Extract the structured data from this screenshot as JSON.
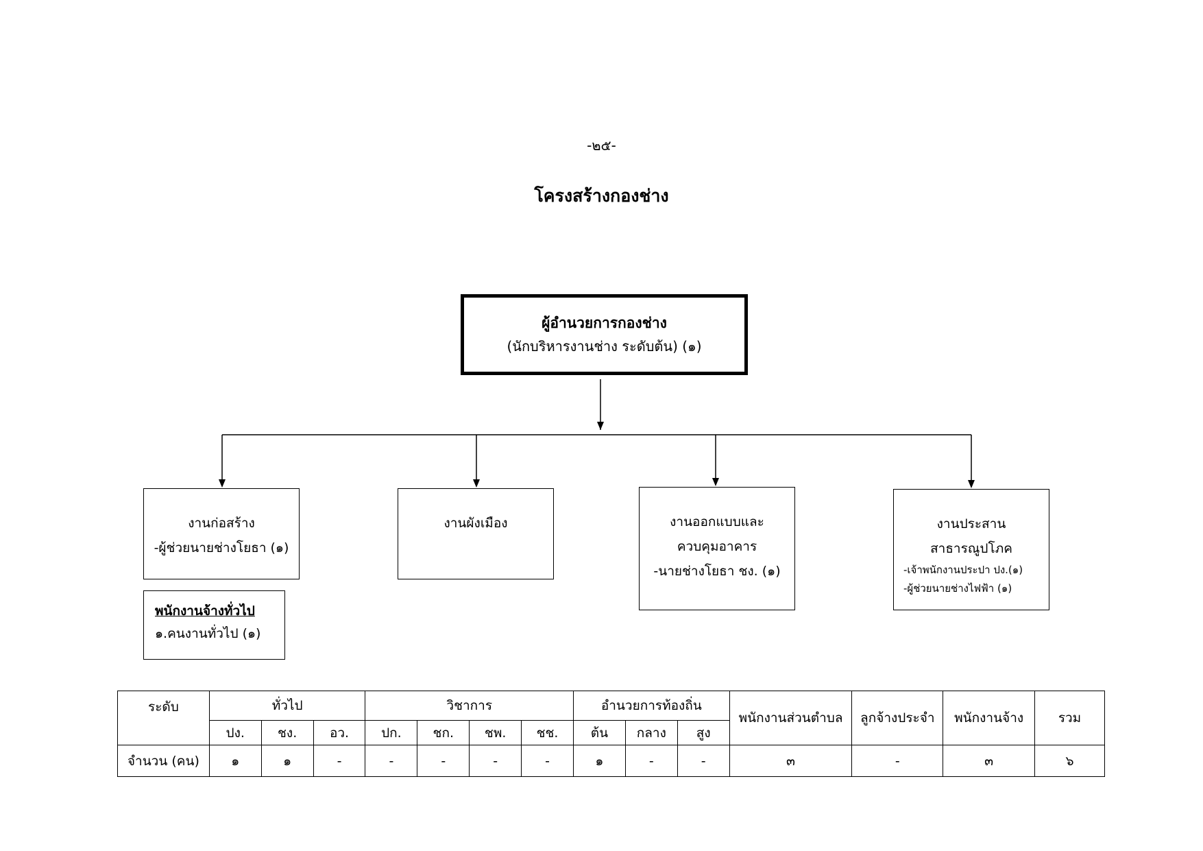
{
  "page_number": "-๒๕-",
  "title": "โครงสร้างกองช่าง",
  "head": {
    "title": "ผู้อำนวยการกองช่าง",
    "subtitle": "(นักบริหารงานช่าง ระดับต้น)  (๑)"
  },
  "units": {
    "construction": {
      "title": "งานก่อสร้าง",
      "staff": "-ผู้ช่วยนายช่างโยธา (๑)"
    },
    "city_planning": {
      "title": "งานผังเมือง"
    },
    "design_control": {
      "title_1": "งานออกแบบและ",
      "title_2": "ควบคุมอาคาร",
      "staff": "-นายช่างโยธา ชง. (๑)"
    },
    "utilities": {
      "title_1": "งานประสาน",
      "title_2": "สาธารณูปโภค",
      "staff_1": "-เจ้าพนักงานประปา ปง.(๑)",
      "staff_2": "-ผู้ช่วยนายช่างไฟฟ้า (๑)"
    }
  },
  "general_employees": {
    "heading": "พนักงานจ้างทั่วไป",
    "item": "๑.คนงานทั่วไป (๑)"
  },
  "table": {
    "level_label": "ระดับ",
    "count_label": "จำนวน (คน)",
    "groups": {
      "general": "ทั่วไป",
      "academic": "วิชาการ",
      "local_admin": "อำนวยการท้องถิ่น",
      "sao_staff": "พนักงานส่วนตำบล",
      "permanent": "ลูกจ้างประจำ",
      "contract": "พนักงานจ้าง",
      "total": "รวม"
    },
    "sub": {
      "pg": "ปง.",
      "chg": "ชง.",
      "aw": "อว.",
      "pk": "ปก.",
      "chk": "ชก.",
      "chp": "ชพ.",
      "chch": "ชช.",
      "ton": "ต้น",
      "klang": "กลาง",
      "sung": "สูง"
    },
    "counts": {
      "pg": "๑",
      "chg": "๑",
      "aw": "-",
      "pk": "-",
      "chk": "-",
      "chp": "-",
      "chch": "-",
      "ton": "๑",
      "klang": "-",
      "sung": "-",
      "sao_staff": "๓",
      "permanent": "-",
      "contract": "๓",
      "total": "๖"
    }
  }
}
